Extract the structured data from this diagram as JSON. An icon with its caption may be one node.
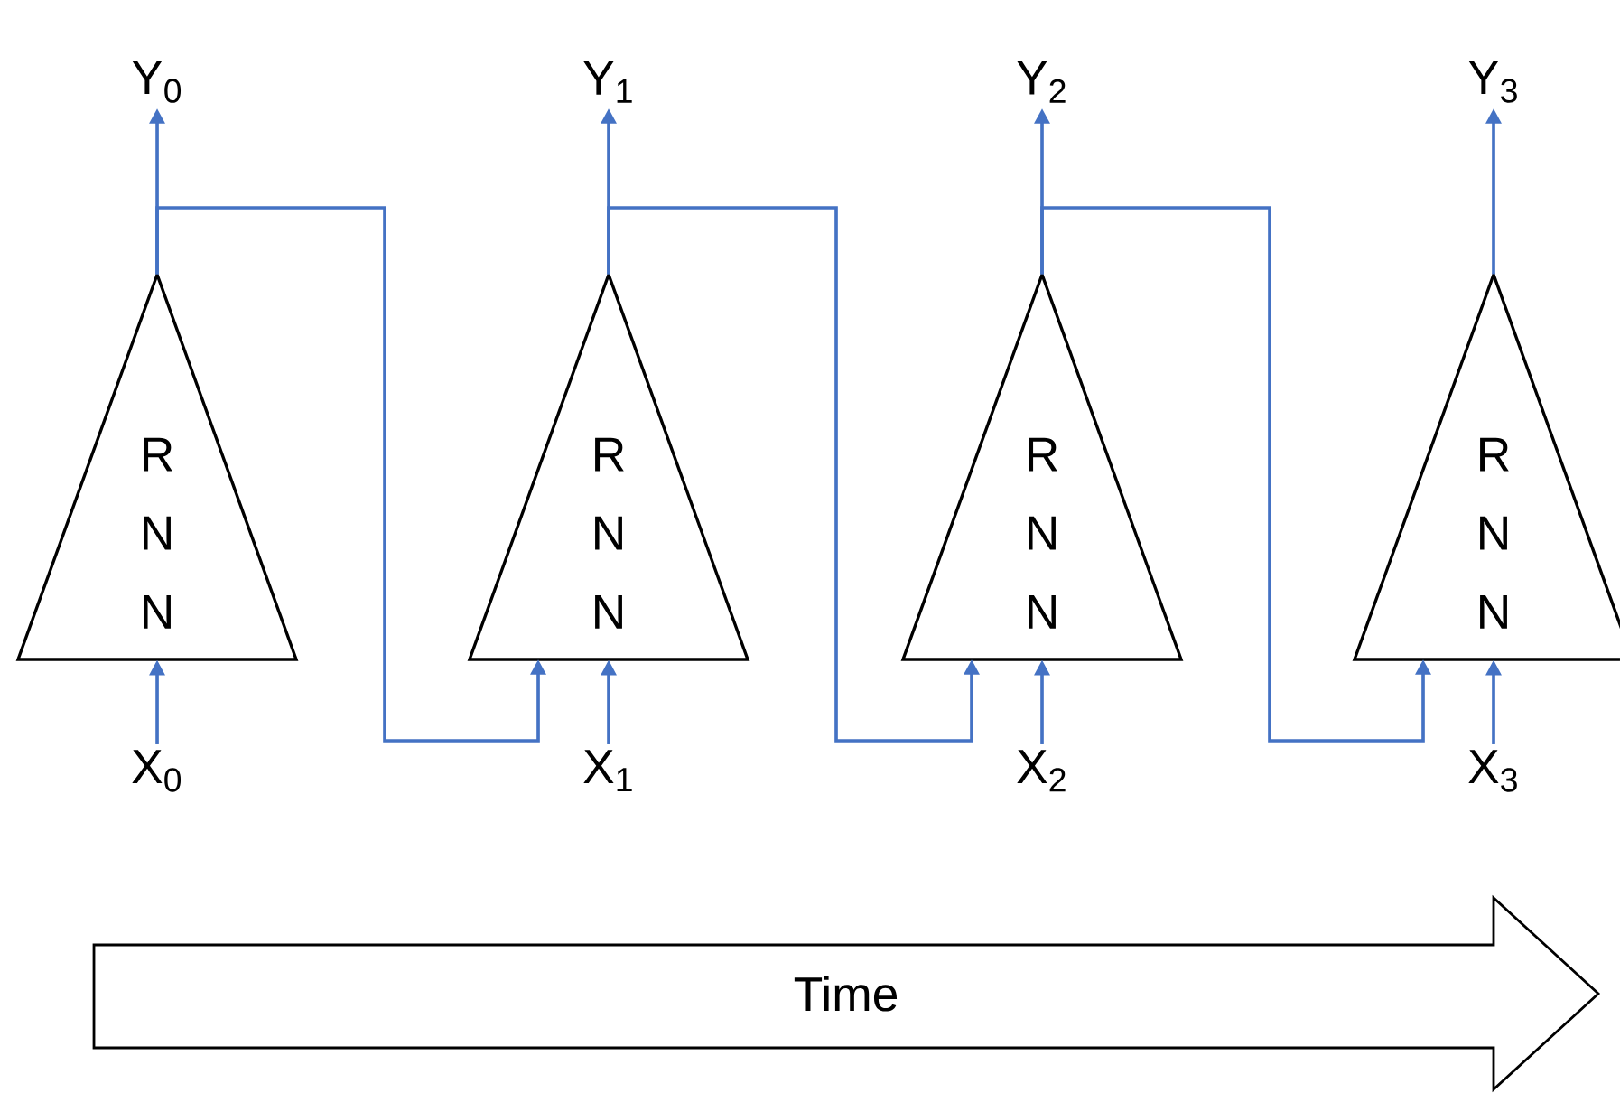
{
  "diagram": {
    "nodes": [
      {
        "text": [
          "Y$_{0}$"
        ]
      },
      {
        "text": [
          "Y$_{1}$"
        ]
      },
      {
        "text": [
          "Y$_{2}$"
        ]
      },
      {
        "text": [
          "Y$_{3}$"
        ]
      },
      {
        "text": [
          "R N N"
        ]
      },
      {
        "text": [
          "R N N"
        ]
      },
      {
        "text": [
          "R N N"
        ]
      },
      {
        "text": [
          "R N N"
        ]
      },
      {
        "text": [
          "X$_{0}$"
        ]
      },
      {
        "text": [
          "X$_{1}$"
        ]
      },
      {
        "text": [
          "X$_{2}$"
        ]
      },
      {
        "text": [
          "X$_{3}$"
        ]
      },
      {
        "text": [
          "Time"
        ]
      }
    ],
    "edges": [
      {
        "from": 4,
        "to": 0,
        "arrow": "to"
      },
      {
        "from": 5,
        "to": 1,
        "arrow": "to"
      },
      {
        "from": 6,
        "to": 2,
        "arrow": "to"
      },
      {
        "from": 7,
        "to": 3,
        "arrow": "to"
      },
      {
        "from": 8,
        "to": 4,
        "arrow": "to"
      },
      {
        "from": 9,
        "to": 5,
        "arrow": "to"
      },
      {
        "from": 10,
        "to": 6,
        "arrow": "to"
      },
      {
        "from": 11,
        "to": 7,
        "arrow": "to"
      },
      {
        "from": 4,
        "to": 5,
        "arrow": "to"
      },
      {
        "from": 5,
        "to": 6,
        "arrow": "to"
      },
      {
        "from": 6,
        "to": 7,
        "arrow": "to"
      }
    ]
  }
}
